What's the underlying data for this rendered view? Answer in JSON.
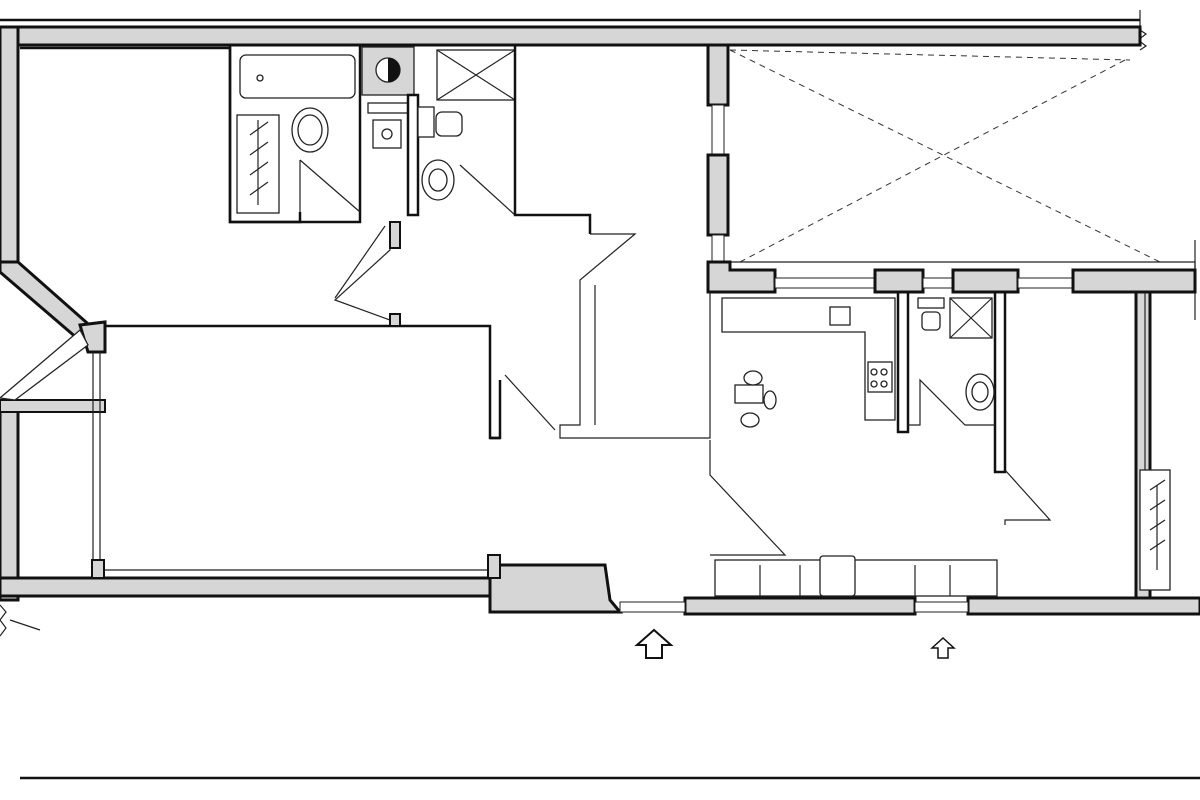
{
  "plan": {
    "kind": "apartment floor plan",
    "colors": {
      "wall_fill": "#d6d6d6",
      "wall_stroke": "#111111",
      "background": "#ffffff"
    },
    "rooms": [
      "bedroom-northwest",
      "living-room",
      "bathroom",
      "wc",
      "hallway",
      "double-height-void",
      "kitchen",
      "shower-room",
      "balcony-west",
      "balcony-east"
    ],
    "entrances": 2,
    "icons": [
      "entrance-arrow-icon",
      "entrance-arrow-icon"
    ]
  }
}
